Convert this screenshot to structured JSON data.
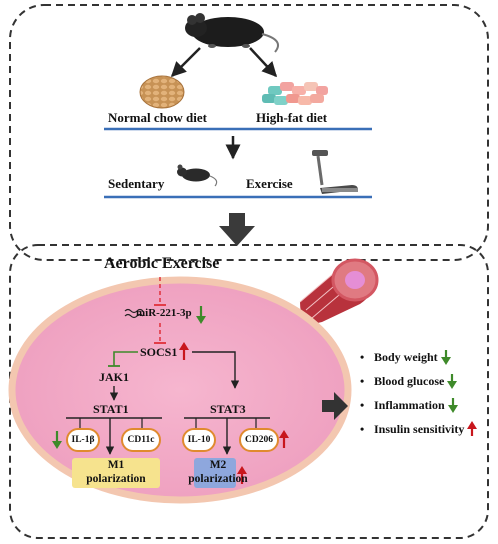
{
  "top_panel": {
    "diet_normal": "Normal chow diet",
    "diet_high_fat": "High-fat diet",
    "group_sedentary": "Sedentary",
    "group_exercise": "Exercise"
  },
  "bottom_panel": {
    "title": "Aerobic Exercise",
    "mirna": "miR-221-3p",
    "socs1": "SOCS1",
    "jak1": "JAK1",
    "stat1": "STAT1",
    "stat3": "STAT3",
    "markers": {
      "il1b": "IL-1β",
      "cd11c": "CD11c",
      "il10": "IL-10",
      "cd206": "CD206"
    },
    "m1": {
      "line1": "M1",
      "line2": "polarization"
    },
    "m2": {
      "line1": "M2",
      "line2": "polarization"
    }
  },
  "outcomes": [
    {
      "label": "Body weight",
      "direction": "down"
    },
    {
      "label": "Blood glucose",
      "direction": "down"
    },
    {
      "label": "Inflammation",
      "direction": "down"
    },
    {
      "label": "Insulin sensitivity",
      "direction": "up"
    }
  ],
  "bullet_char": "•",
  "colors": {
    "arrow_down": "#3e8a2a",
    "arrow_up": "#c8161d",
    "divider_blue": "#3a6fb7",
    "cell_pink": "#f0a8c4",
    "cell_border": "#f3c7b0",
    "m1_fill": "#f6e38e",
    "m2_fill": "#8ea7dd",
    "pill_border": "#e08a2e",
    "inhibit_red": "#e0303a",
    "inhibit_green": "#3e8a2a"
  }
}
